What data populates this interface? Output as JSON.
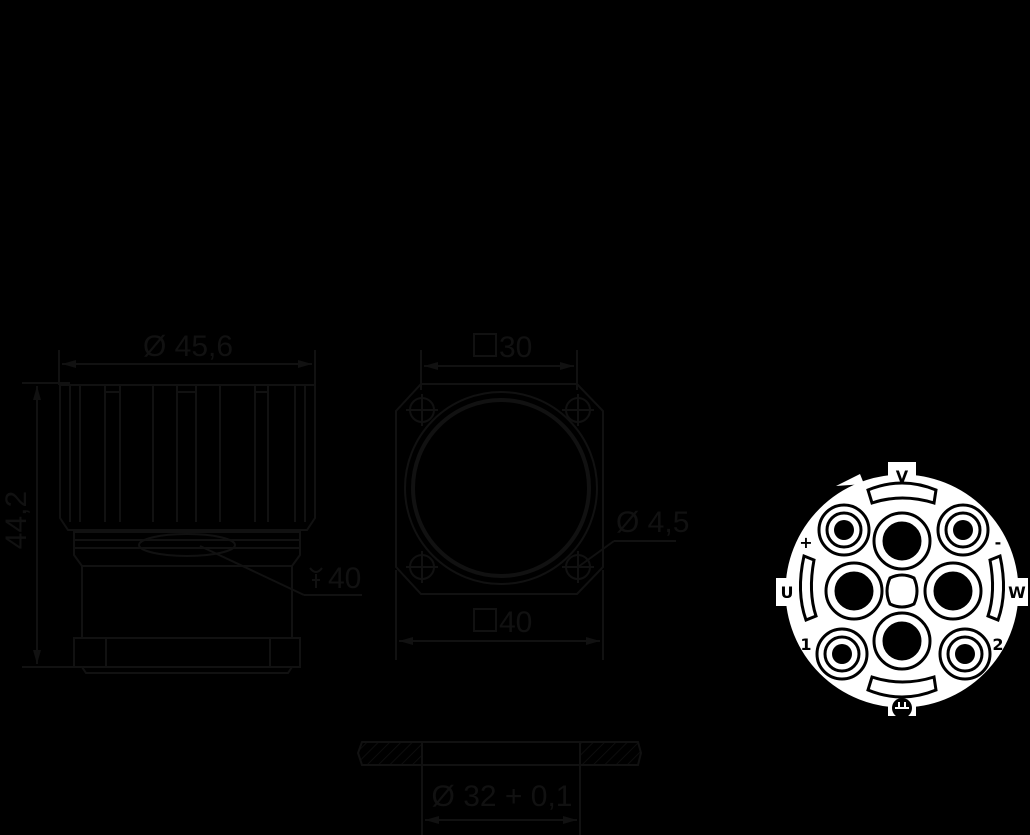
{
  "drawing": {
    "side_view": {
      "diameter_label": "Ø 45,6",
      "height_label": "44,2",
      "wrench_label": "40",
      "wrench_icon": "wrench-icon"
    },
    "flange_view": {
      "inner_square_label": "30",
      "outer_square_label": "40",
      "hole_diameter_label": "Ø 4,5",
      "square_icon": "square-symbol-icon"
    },
    "panel_cutout": {
      "diameter_label": "Ø 32 + 0,1"
    },
    "pin_face": {
      "labels": {
        "top": "V",
        "left": "U",
        "right": "W",
        "plus": "+",
        "minus": "-",
        "one": "1",
        "two": "2"
      },
      "ground_icon": "ground-symbol-icon"
    }
  }
}
